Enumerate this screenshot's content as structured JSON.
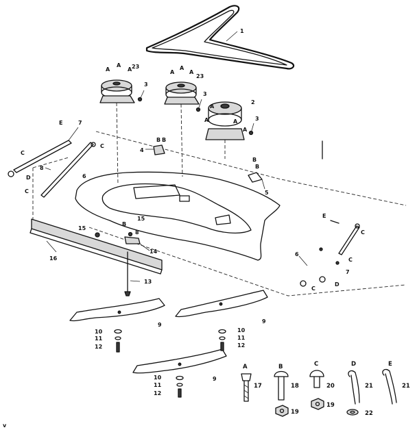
{
  "callouts": {
    "n1": "1",
    "n2": "2",
    "n3": "3",
    "n4": "4",
    "n5": "5",
    "n6": "6",
    "n7": "7",
    "n8": "8",
    "n9": "9",
    "n10": "10",
    "n11": "11",
    "n12": "12",
    "n13": "13",
    "n14": "14",
    "n15": "15",
    "n16": "16",
    "n17": "17",
    "n18": "18",
    "n19": "19",
    "n20": "20",
    "n21": "21",
    "n22": "22",
    "n23": "23"
  },
  "letters": {
    "a": "A",
    "b": "B",
    "c": "C",
    "d": "D",
    "e": "E"
  },
  "hardware_key": [
    {
      "letter": "A",
      "part": "17"
    },
    {
      "letter": "B",
      "part": "18"
    },
    {
      "letter": "C",
      "part": "20"
    },
    {
      "letter": "D",
      "part": "21"
    },
    {
      "letter": "E",
      "part": "21"
    }
  ],
  "nuts": [
    "19",
    "19"
  ],
  "washer": "22",
  "corner_mark": "v"
}
